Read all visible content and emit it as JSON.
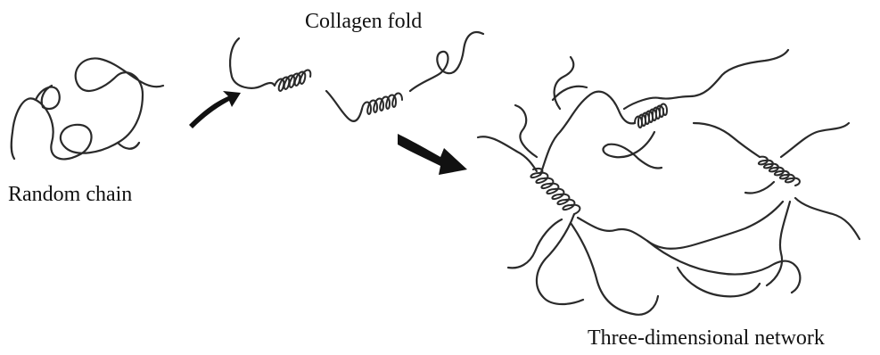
{
  "labels": {
    "collagen_fold": "Collagen fold",
    "random_chain": "Random chain",
    "network": "Three-dimensional network"
  },
  "colors": {
    "stroke": "#2a2a2a",
    "text": "#111111",
    "background": "#ffffff"
  }
}
